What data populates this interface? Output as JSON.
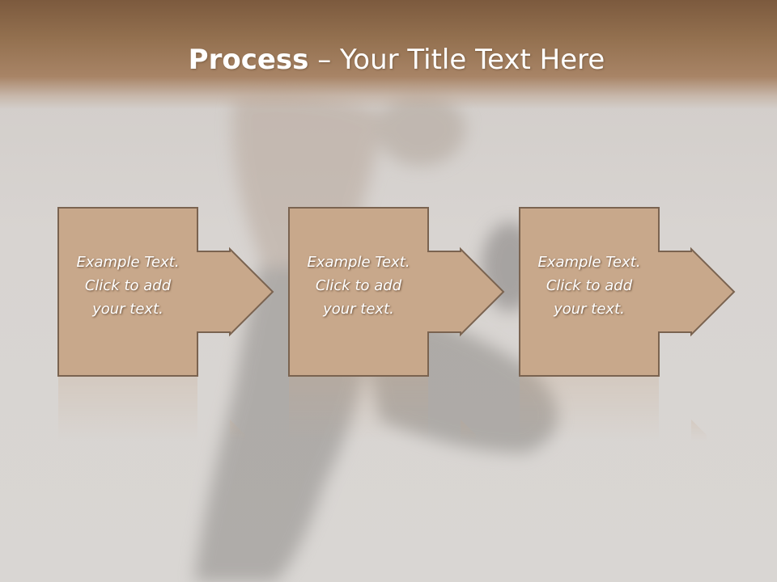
{
  "title": {
    "bold": "Process",
    "dash": " – ",
    "rest": "Your Title Text Here"
  },
  "steps": [
    {
      "line1": "Example Text.",
      "line2": "Click  to add",
      "line3": "your text."
    },
    {
      "line1": "Example Text.",
      "line2": "Click  to add",
      "line3": "your text."
    },
    {
      "line1": "Example Text.",
      "line2": "Click  to add",
      "line3": "your text."
    }
  ],
  "colors": {
    "header": "#8c6a4b",
    "box_fill": "#c8a88b",
    "box_stroke": "#7a6350"
  }
}
